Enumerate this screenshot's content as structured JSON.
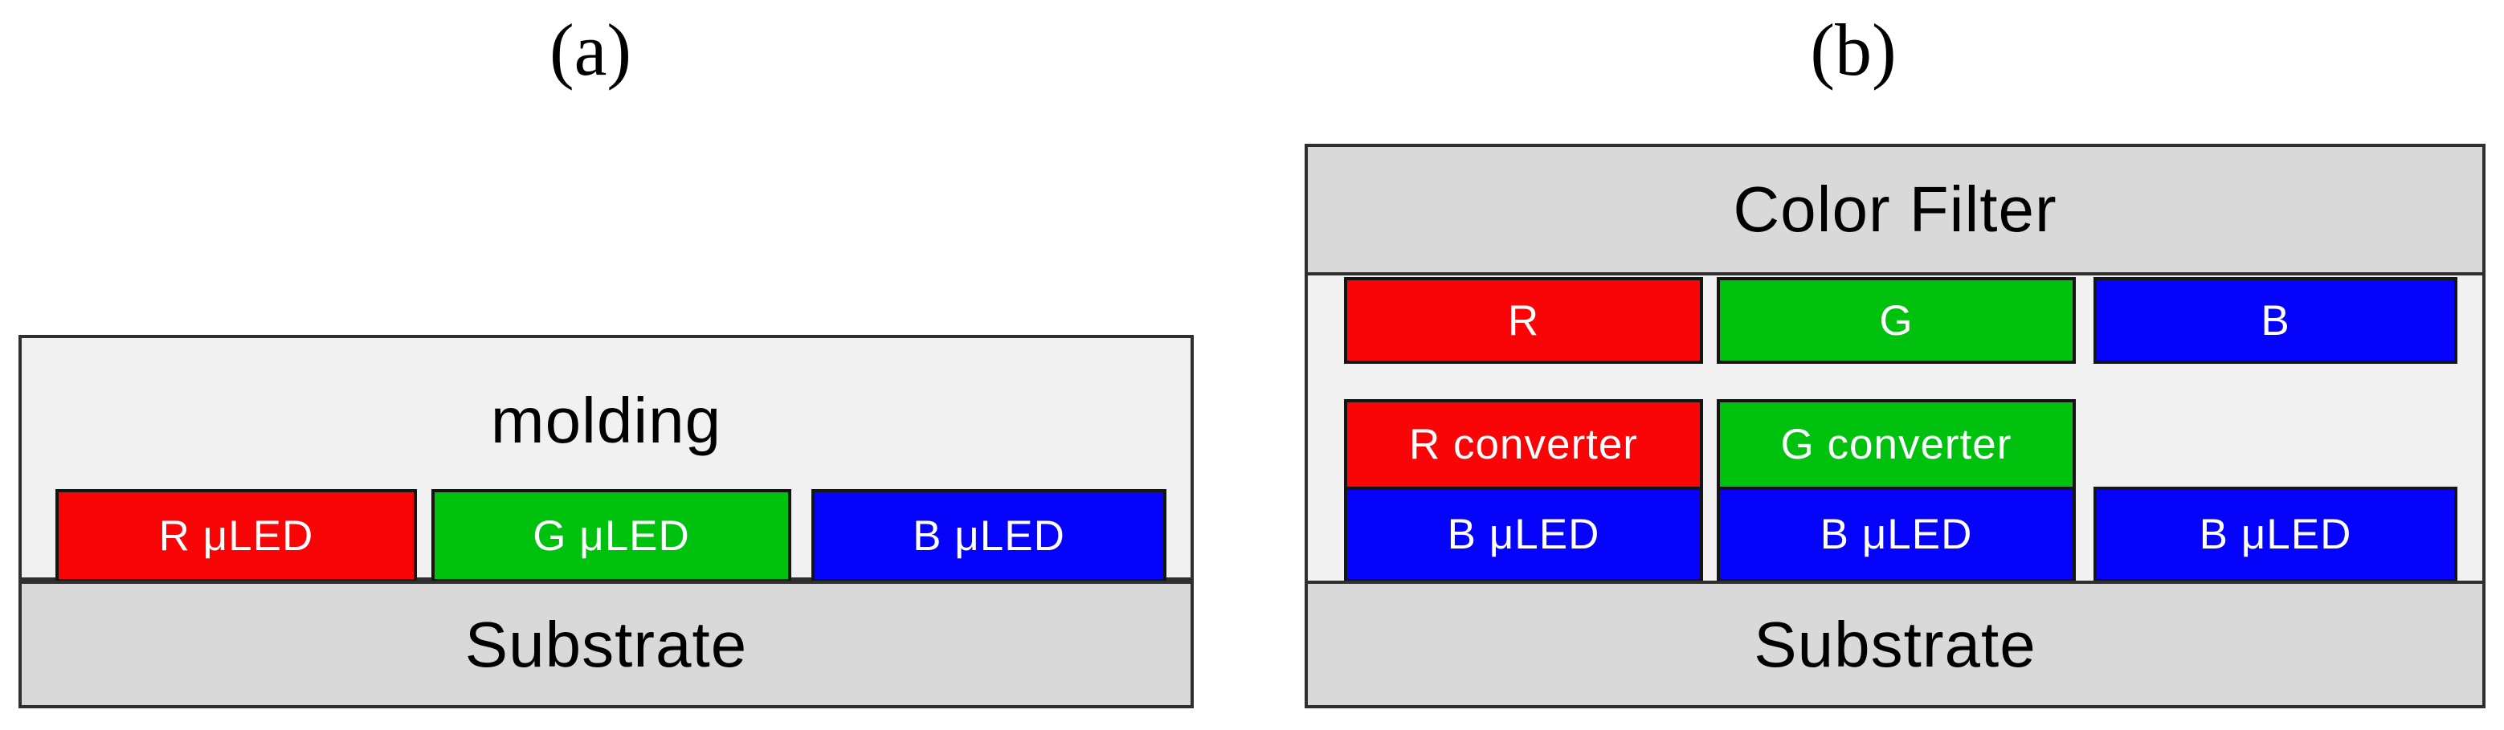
{
  "figure": {
    "panel_a": {
      "label": "(a)",
      "molding_label": "molding",
      "substrate_label": "Substrate",
      "leds": [
        {
          "label": "R μLED",
          "color": "red"
        },
        {
          "label": "G μLED",
          "color": "green"
        },
        {
          "label": "B μLED",
          "color": "blue"
        }
      ]
    },
    "panel_b": {
      "label": "(b)",
      "color_filter_label": "Color Filter",
      "substrate_label": "Substrate",
      "filters": [
        {
          "label": "R",
          "color": "red"
        },
        {
          "label": "G",
          "color": "green"
        },
        {
          "label": "B",
          "color": "blue"
        }
      ],
      "converters": [
        {
          "label": "R converter",
          "color": "red"
        },
        {
          "label": "G converter",
          "color": "green"
        }
      ],
      "leds": [
        {
          "label": "B μLED",
          "color": "blue"
        },
        {
          "label": "B μLED",
          "color": "blue"
        },
        {
          "label": "B μLED",
          "color": "blue"
        }
      ]
    }
  },
  "colors": {
    "red": "#fa0507",
    "green": "#00c20e",
    "blue": "#0503fa",
    "panel_gray": "#d9d9d9",
    "light_gray": "#f1f1f1",
    "border_dark": "#2f2f2f",
    "box_text_white": "#ffffff",
    "label_text_black": "#000000"
  }
}
